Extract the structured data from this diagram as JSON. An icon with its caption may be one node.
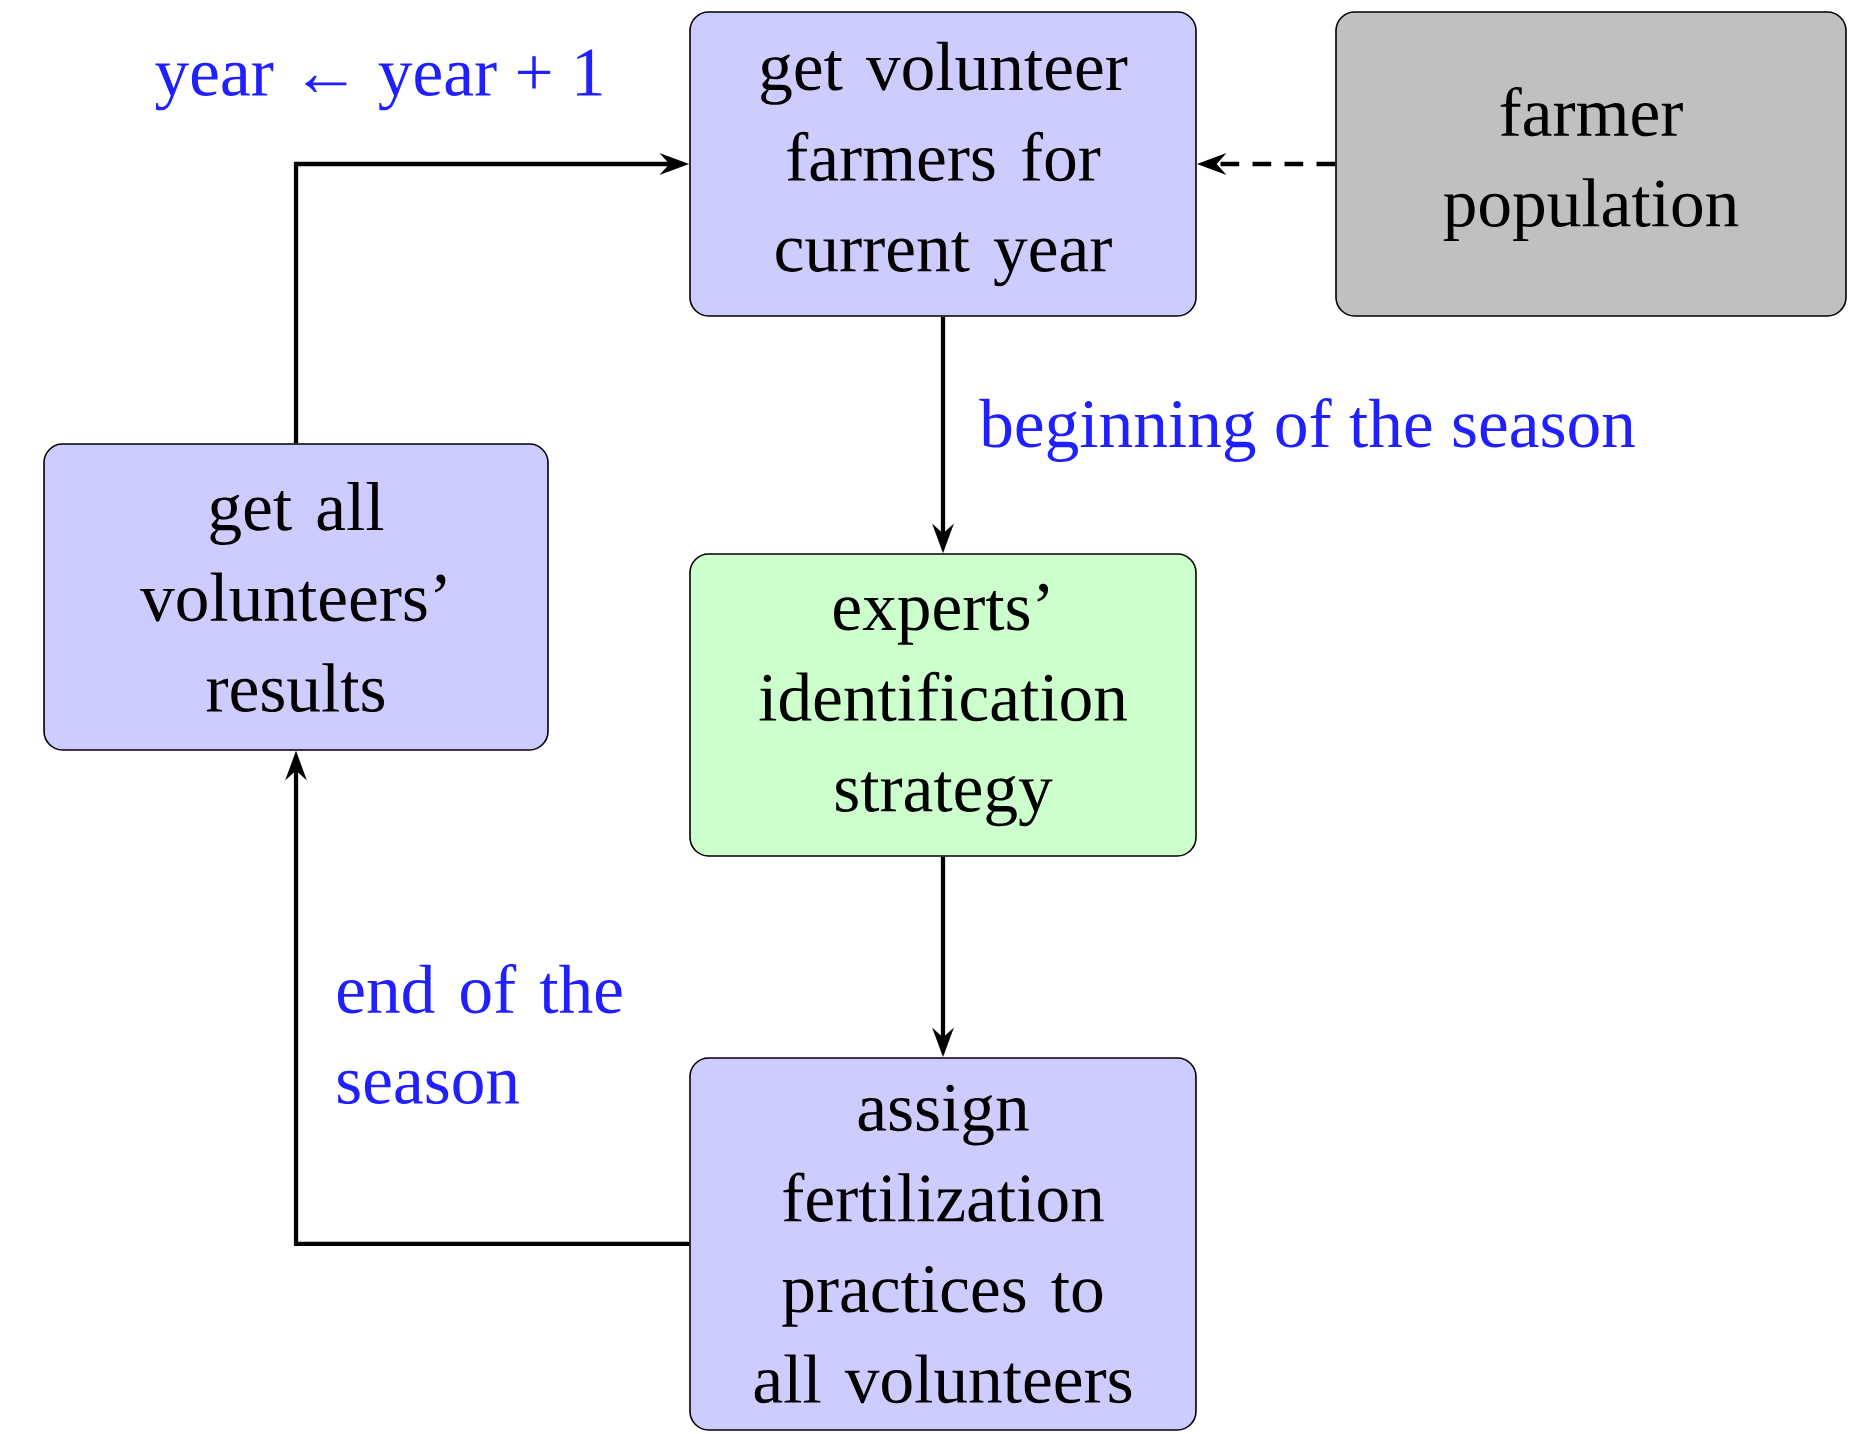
{
  "diagram": {
    "nodes": [
      {
        "text": [
          "get volunteer farmers for current year"
        ]
      },
      {
        "text": [
          "farmer population"
        ]
      },
      {
        "text": [
          "get all volunteers’ results"
        ]
      },
      {
        "text": [
          "experts’ identification strategy"
        ]
      },
      {
        "text": [
          "assign fertilization practices to all volunteers"
        ]
      }
    ],
    "edges": [
      {
        "from": 1,
        "to": 0,
        "arrow": "to",
        "style": "dashed"
      },
      {
        "from": 0,
        "to": 3,
        "arrow": "to",
        "label": "beginning of the season"
      },
      {
        "from": 3,
        "to": 4,
        "arrow": "to"
      },
      {
        "from": 4,
        "to": 2,
        "arrow": "to",
        "label": "end of the season"
      },
      {
        "from": 2,
        "to": 0,
        "arrow": "to",
        "label": "year ← year + 1"
      }
    ]
  }
}
